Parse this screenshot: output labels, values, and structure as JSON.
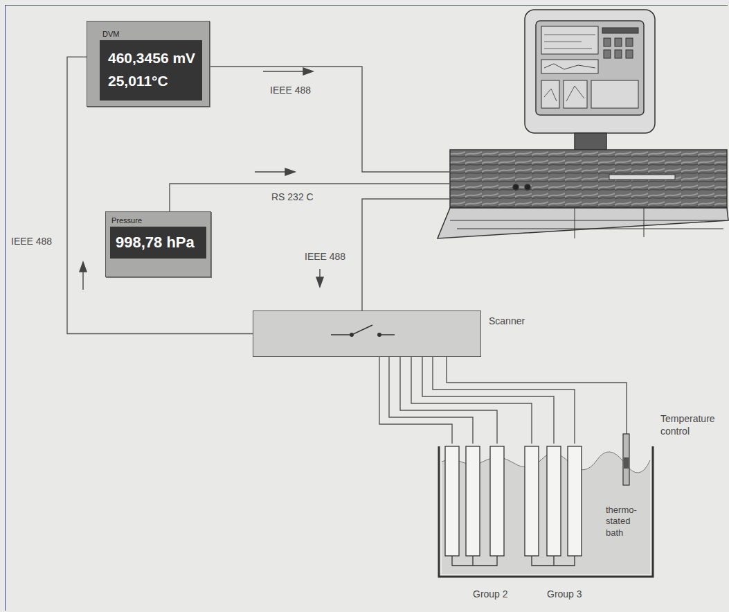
{
  "diagram": {
    "nodes": [
      {
        "text": [
          "DVM",
          "460,3456 mV",
          "25,011°C"
        ]
      },
      {
        "text": [
          "Pressure",
          "998,78 hPa"
        ]
      },
      {
        "text": [
          "Scanner"
        ]
      },
      {
        "text": [
          "thermo-stated bath"
        ]
      }
    ],
    "edges": [
      {
        "from": 2,
        "to": 0,
        "arrow": "none",
        "label": "IEEE 488"
      },
      {
        "from": 2,
        "to": 3,
        "arrow": "none"
      },
      {
        "from": 2,
        "to": 3,
        "arrow": "none"
      },
      {
        "from": 2,
        "to": 3,
        "arrow": "none"
      },
      {
        "from": 2,
        "to": 3,
        "arrow": "none"
      },
      {
        "from": 2,
        "to": 3,
        "arrow": "none"
      },
      {
        "from": 2,
        "to": 3,
        "arrow": "none"
      },
      {
        "from": 2,
        "to": 3,
        "arrow": "none"
      }
    ],
    "labels": [
      "IEEE 488",
      "RS 232 C",
      "IEEE 488",
      "Temperature control",
      "Group 2",
      "Group 3"
    ]
  }
}
